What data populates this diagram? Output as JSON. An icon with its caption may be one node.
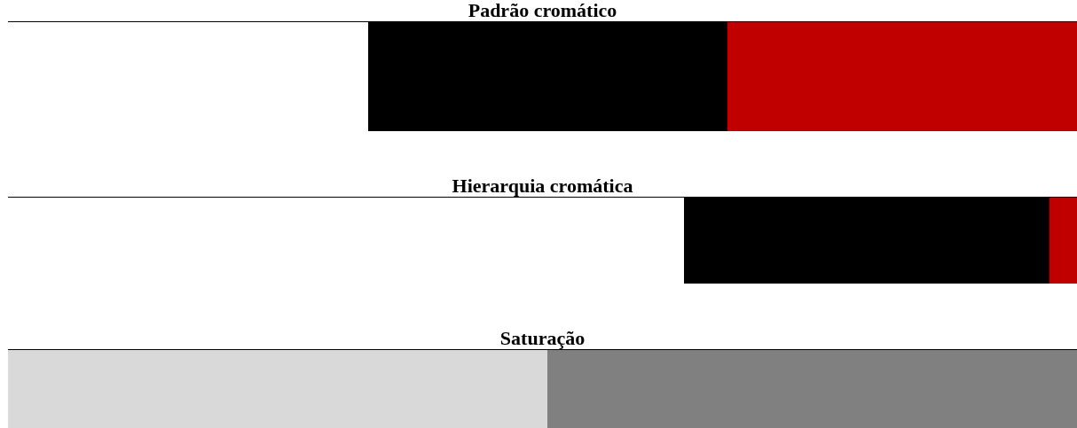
{
  "diagram": {
    "nodes": [
      {
        "text": [
          "Padrão cromático"
        ]
      },
      {
        "text": [],
        "shape": "bar",
        "in": 0
      },
      {
        "text": [],
        "shape": "bar",
        "in": 0
      },
      {
        "text": [],
        "shape": "bar",
        "in": 0
      },
      {
        "text": [
          "Hierarquia cromática"
        ]
      },
      {
        "text": [],
        "shape": "bar",
        "in": 4
      },
      {
        "text": [],
        "shape": "bar",
        "in": 4
      },
      {
        "text": [],
        "shape": "bar",
        "in": 4
      },
      {
        "text": [
          "Saturação"
        ]
      },
      {
        "text": [],
        "shape": "bar",
        "in": 8
      },
      {
        "text": [],
        "shape": "bar",
        "in": 8
      }
    ]
  }
}
